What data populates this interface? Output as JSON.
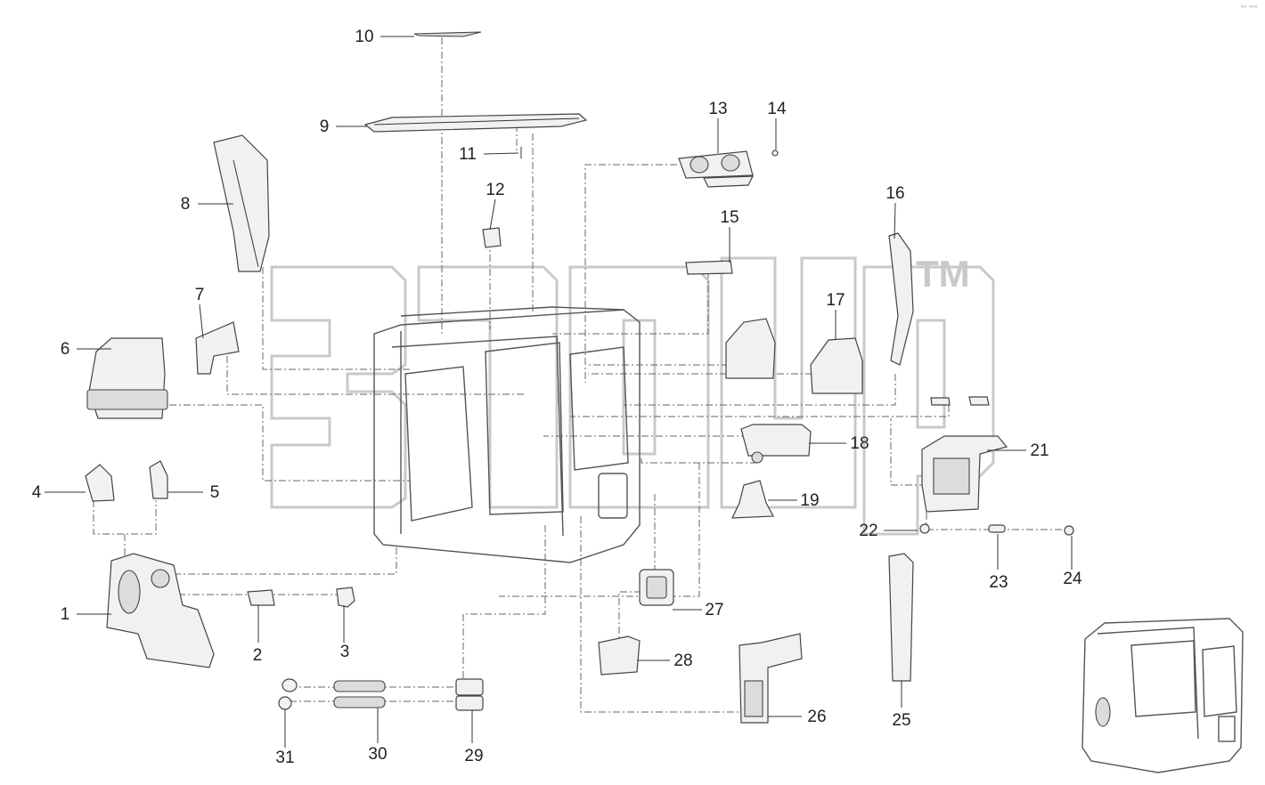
{
  "corner_mark": "ᵒᵒ ᵒᵒᵒ",
  "watermark": "TM",
  "callouts": [
    "1",
    "2",
    "3",
    "4",
    "5",
    "6",
    "7",
    "8",
    "9",
    "10",
    "11",
    "12",
    "13",
    "14",
    "15",
    "16",
    "17",
    "18",
    "19",
    "21",
    "22",
    "23",
    "24",
    "25",
    "26",
    "27",
    "28",
    "29",
    "30",
    "31"
  ]
}
